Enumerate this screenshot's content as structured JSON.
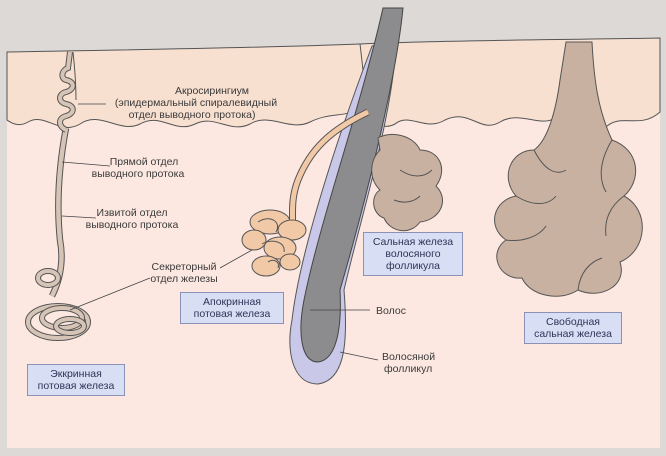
{
  "labels": {
    "acrosyringium_title": "Акросирингиум",
    "acrosyringium_desc_1": "(эпидермальный спиралевидный",
    "acrosyringium_desc_2": "отдел выводного протока)",
    "straight_duct_1": "Прямой отдел",
    "straight_duct_2": "выводного протока",
    "coiled_duct_1": "Извитой отдел",
    "coiled_duct_2": "выводного протока",
    "secretory_1": "Секреторный",
    "secretory_2": "отдел железы",
    "hair": "Волос",
    "follicle_1": "Волосяной",
    "follicle_2": "фолликул"
  },
  "boxes": {
    "eccrine_1": "Эккринная",
    "eccrine_2": "потовая железа",
    "apocrine_1": "Апокринная",
    "apocrine_2": "потовая железа",
    "sebaceous_follicle_1": "Сальная железа",
    "sebaceous_follicle_2": "волосяного",
    "sebaceous_follicle_3": "фолликула",
    "free_sebaceous_1": "Свободная",
    "free_sebaceous_2": "сальная железа"
  },
  "colors": {
    "background": "#dcd9d7",
    "epidermis": "#f8e0d0",
    "dermis": "#fce8e1",
    "sebaceous": "#c9b1a1",
    "duct": "#d6c5b6",
    "apocrine": "#f2c9a6",
    "follicle_sheath": "#c9c8e8",
    "hair_shaft": "#8c8c8e",
    "box_fill": "#d8def3"
  }
}
